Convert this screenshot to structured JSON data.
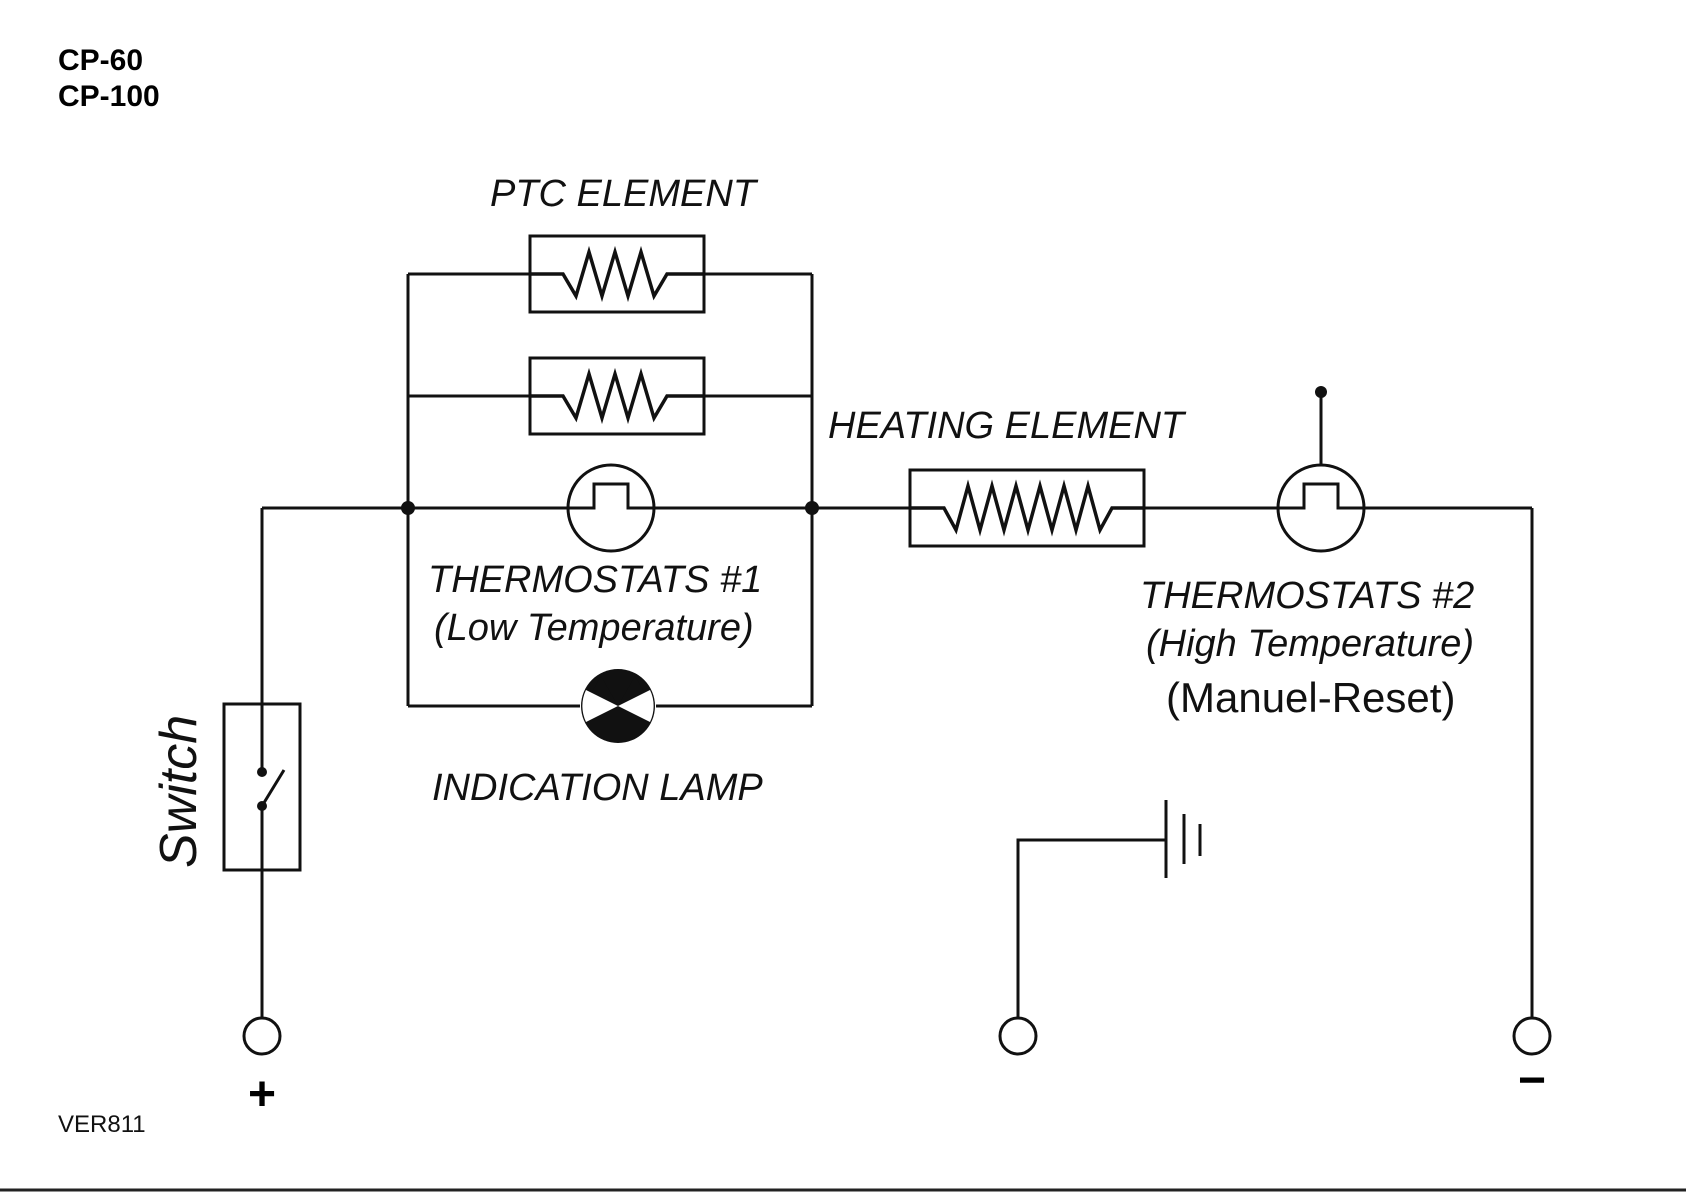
{
  "header": {
    "model_line_1": "CP-60",
    "model_line_2": "CP-100"
  },
  "labels": {
    "ptc_element": "PTC ELEMENT",
    "heating_element": "HEATING ELEMENT",
    "thermostat1_name": "THERMOSTATS #1",
    "thermostat1_desc": "(Low Temperature)",
    "thermostat2_name": "THERMOSTATS #2",
    "thermostat2_desc": "(High Temperature)",
    "thermostat2_reset": "(Manuel-Reset)",
    "indication_lamp": "INDICATION LAMP",
    "switch": "Switch",
    "plus_terminal": "+",
    "minus_terminal": "−"
  },
  "footer": {
    "version": "VER811"
  },
  "colors": {
    "ink": "#111111",
    "background": "#ffffff"
  }
}
